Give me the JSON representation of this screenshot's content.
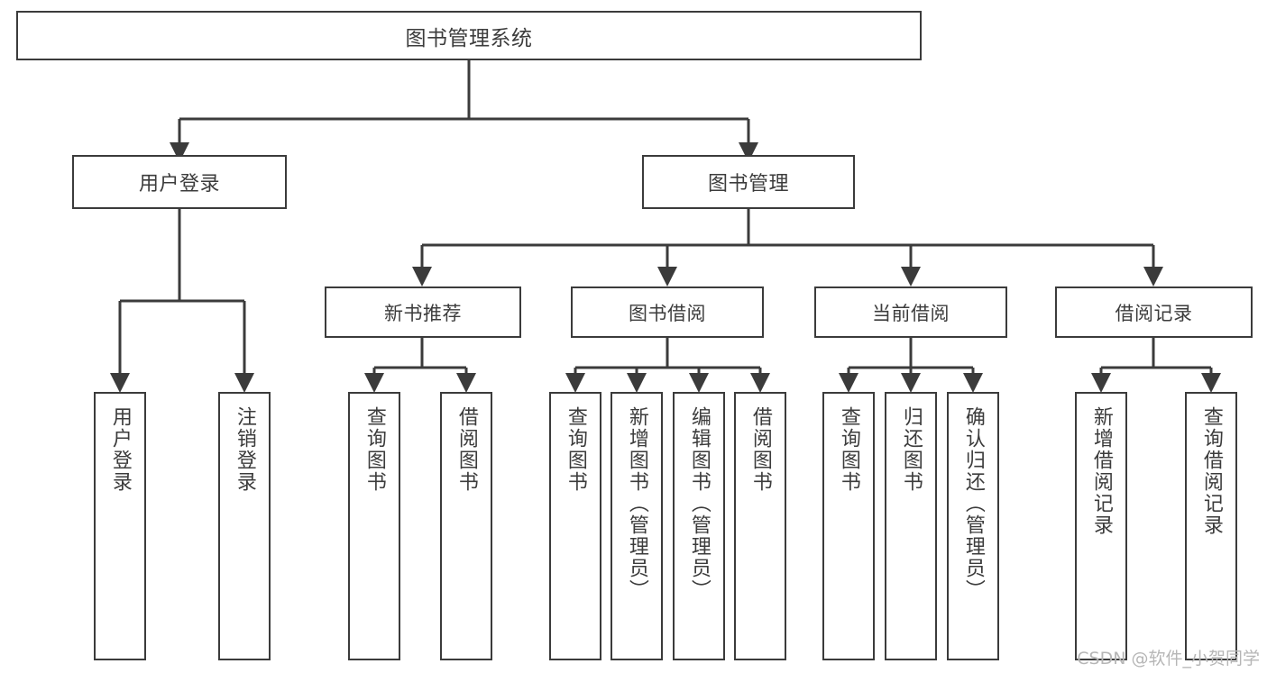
{
  "diagram": {
    "title": "图书管理系统",
    "type": "tree-hierarchy-diagram",
    "stroke_color": "#3b3b3b",
    "text_color": "#3c3c3c",
    "background_color": "#ffffff",
    "root": {
      "label": "图书管理系统"
    },
    "level1": [
      {
        "label": "用户登录"
      },
      {
        "label": "图书管理"
      }
    ],
    "level2": [
      {
        "label": "新书推荐"
      },
      {
        "label": "图书借阅"
      },
      {
        "label": "当前借阅"
      },
      {
        "label": "借阅记录"
      }
    ],
    "leaves": {
      "user_login": [
        {
          "label": "用户登录"
        },
        {
          "label": "注销登录"
        }
      ],
      "new_book_recommend": [
        {
          "label": "查询图书"
        },
        {
          "label": "借阅图书"
        }
      ],
      "book_borrow": [
        {
          "label": "查询图书"
        },
        {
          "label": "新增图书（管理员）"
        },
        {
          "label": "编辑图书（管理员）"
        },
        {
          "label": "借阅图书"
        }
      ],
      "current_borrow": [
        {
          "label": "查询图书"
        },
        {
          "label": "归还图书"
        },
        {
          "label": "确认归还（管理员）"
        }
      ],
      "borrow_record": [
        {
          "label": "新增借阅记录"
        },
        {
          "label": "查询借阅记录"
        }
      ]
    }
  },
  "watermark": {
    "text": "CSDN @软件_小贺同学"
  }
}
